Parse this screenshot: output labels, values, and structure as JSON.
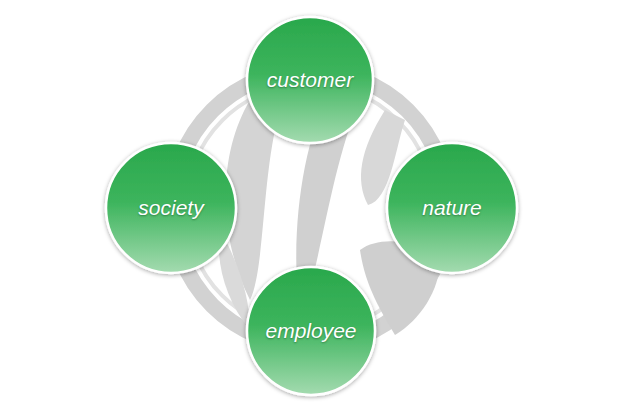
{
  "diagram": {
    "nodes": [
      {
        "text": [
          "customer"
        ]
      },
      {
        "text": [
          "society"
        ]
      },
      {
        "text": [
          "nature"
        ]
      },
      {
        "text": [
          "employee"
        ]
      }
    ]
  }
}
